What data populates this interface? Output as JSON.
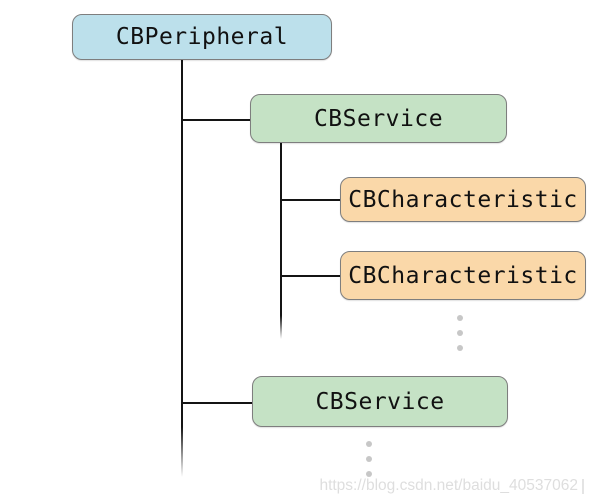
{
  "diagram": {
    "type": "tree",
    "topic": "CoreBluetooth peripheral object hierarchy",
    "nodes": [
      {
        "id": "peripheral",
        "label": "CBPeripheral",
        "fill": "#bce0eb",
        "level": 0
      },
      {
        "id": "service1",
        "label": "CBService",
        "fill": "#c5e2c5",
        "level": 1,
        "parent": "peripheral"
      },
      {
        "id": "char1",
        "label": "CBCharacteristic",
        "fill": "#fad8a9",
        "level": 2,
        "parent": "service1"
      },
      {
        "id": "char2",
        "label": "CBCharacteristic",
        "fill": "#fad8a9",
        "level": 2,
        "parent": "service1"
      },
      {
        "id": "service2",
        "label": "CBService",
        "fill": "#c5e2c5",
        "level": 1,
        "parent": "peripheral"
      }
    ],
    "ellipsis": [
      {
        "after": "char2",
        "meaning": "more CBCharacteristic nodes"
      },
      {
        "after": "service2",
        "meaning": "more CBService nodes"
      }
    ],
    "colors": {
      "edge": "#141414",
      "node_border": "#7e7e7e",
      "ellipsis_dot": "#c7c7c7",
      "watermark_text": "#dedede",
      "background": "#ffffff"
    },
    "watermark": "https://blog.csdn.net/baidu_40537062"
  }
}
